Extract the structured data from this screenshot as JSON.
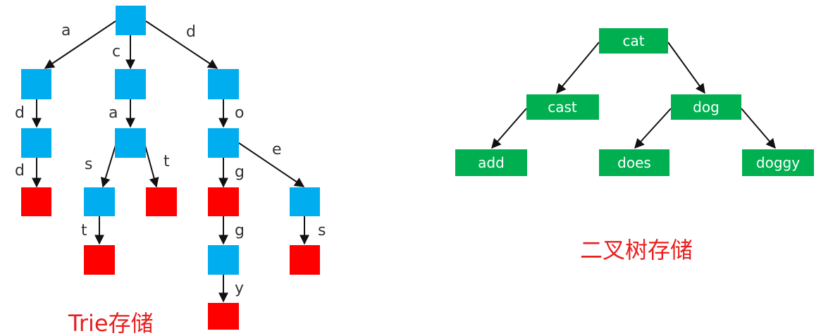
{
  "colors": {
    "internal": "#00aeef",
    "terminal": "#ff0000",
    "word_node": "#00b050",
    "edge": "#111111",
    "edge_label": "#333333",
    "caption": "#e8201f"
  },
  "trie": {
    "caption": "Trie存储",
    "edge_labels": {
      "root_add": "a",
      "root_cat": "c",
      "root_dog": "d",
      "add_d1": "d",
      "add_d2": "d",
      "cat_a": "a",
      "cas_s": "s",
      "cat_t": "t",
      "cast_t": "t",
      "dog_o": "o",
      "dog_g": "g",
      "doe_e": "e",
      "does_s": "s",
      "dogg_g": "g",
      "doggy_y": "y"
    }
  },
  "bst": {
    "caption": "二叉树存储",
    "nodes": {
      "root": "cat",
      "left": "cast",
      "right": "dog",
      "left_left": "add",
      "right_left": "does",
      "right_right": "doggy"
    }
  }
}
